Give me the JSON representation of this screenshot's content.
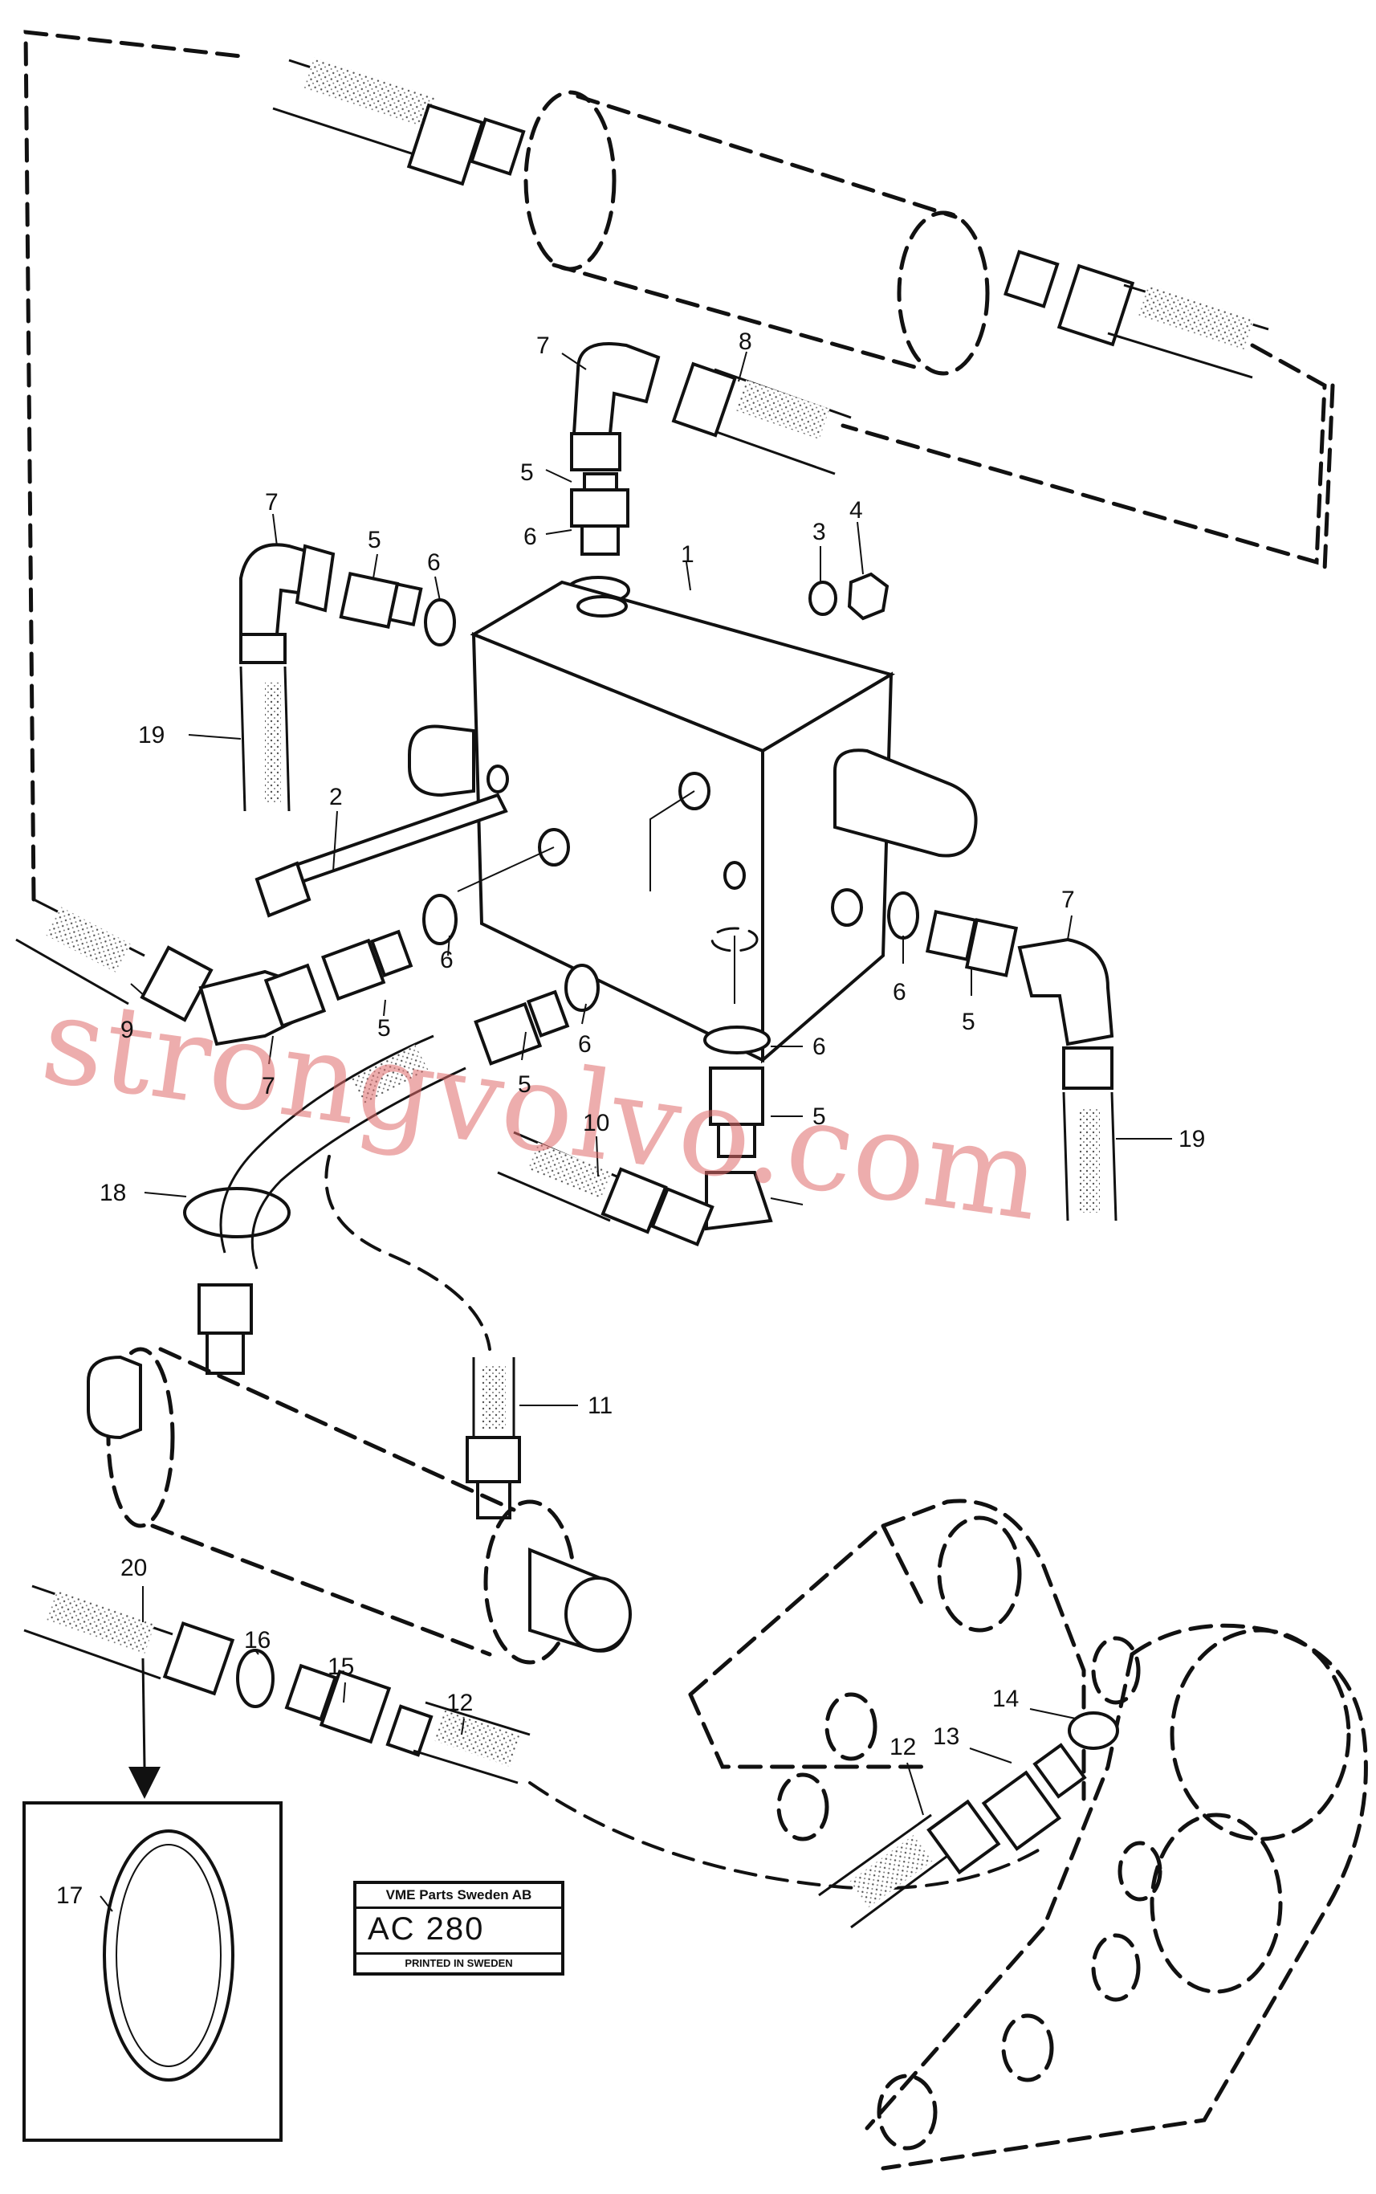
{
  "callouts": [
    {
      "id": "c1",
      "text": "1"
    },
    {
      "id": "c2",
      "text": "2"
    },
    {
      "id": "c3",
      "text": "3"
    },
    {
      "id": "c4",
      "text": "4"
    },
    {
      "id": "c5a",
      "text": "5"
    },
    {
      "id": "c5b",
      "text": "5"
    },
    {
      "id": "c5c",
      "text": "5"
    },
    {
      "id": "c5d",
      "text": "5"
    },
    {
      "id": "c5e",
      "text": "5"
    },
    {
      "id": "c5f",
      "text": "5"
    },
    {
      "id": "c6a",
      "text": "6"
    },
    {
      "id": "c6b",
      "text": "6"
    },
    {
      "id": "c6c",
      "text": "6"
    },
    {
      "id": "c6d",
      "text": "6"
    },
    {
      "id": "c6e",
      "text": "6"
    },
    {
      "id": "c6f",
      "text": "6"
    },
    {
      "id": "c7a",
      "text": "7"
    },
    {
      "id": "c7b",
      "text": "7"
    },
    {
      "id": "c7c",
      "text": "7"
    },
    {
      "id": "c7d",
      "text": "7"
    },
    {
      "id": "c8",
      "text": "8"
    },
    {
      "id": "c9",
      "text": "9"
    },
    {
      "id": "c10",
      "text": "10"
    },
    {
      "id": "c11",
      "text": "11"
    },
    {
      "id": "c12a",
      "text": "12"
    },
    {
      "id": "c12b",
      "text": "12"
    },
    {
      "id": "c13",
      "text": "13"
    },
    {
      "id": "c14",
      "text": "14"
    },
    {
      "id": "c15",
      "text": "15"
    },
    {
      "id": "c16",
      "text": "16"
    },
    {
      "id": "c17",
      "text": "17"
    },
    {
      "id": "c18",
      "text": "18"
    },
    {
      "id": "c19a",
      "text": "19"
    },
    {
      "id": "c19b",
      "text": "19"
    },
    {
      "id": "c20",
      "text": "20"
    }
  ],
  "stamp": {
    "title": "VME Parts Sweden AB",
    "code": "AC 280",
    "footer": "PRINTED IN SWEDEN"
  },
  "watermark": "strongvolvo.com"
}
